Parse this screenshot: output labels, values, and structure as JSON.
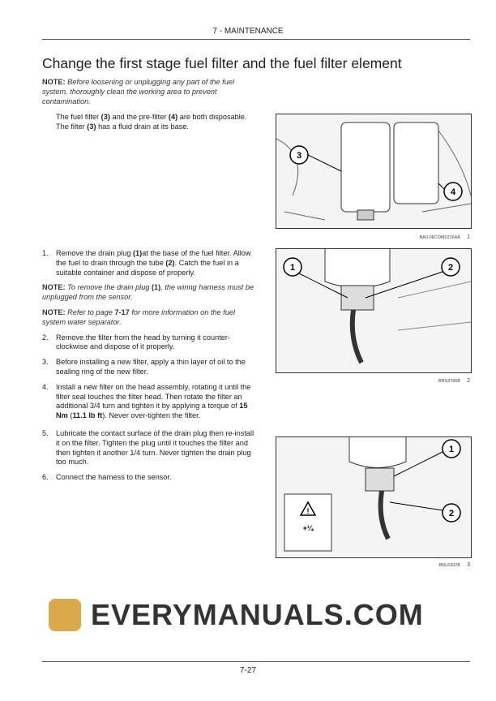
{
  "header": {
    "section": "7 - MAINTENANCE"
  },
  "title": "Change the first stage fuel filter and the fuel filter element",
  "note1": {
    "label": "NOTE:",
    "text": " Before loosening or unplugging any part of the fuel system, thoroughly clean the working area to prevent contamination."
  },
  "intro": {
    "a": "The fuel filter ",
    "b": "(3)",
    "c": " and the pre-filter ",
    "d": "(4)",
    "e": " are both disposable. The filter ",
    "f": "(3)",
    "g": " has a fluid drain at its base."
  },
  "step1": {
    "n": "1.",
    "a": "Remove the drain plug ",
    "b": "(1)",
    "c": "at the base of the fuel filter. Allow the fuel to drain through the tube ",
    "d": "(2)",
    "e": ". Catch the fuel in a suitable container and dispose of properly."
  },
  "note2": {
    "label": "NOTE:",
    "a": " To remove the drain plug ",
    "b": "(1)",
    "c": ", the wiring harness must be unplugged from the sensor."
  },
  "note3": {
    "label": "NOTE:",
    "a": " Refer to page ",
    "b": "7-17",
    "c": " for more information on the fuel system water separator."
  },
  "step2": {
    "n": "2.",
    "text": "Remove the filter from the head by turning it counter-clockwise and dispose of it properly."
  },
  "step3": {
    "n": "3.",
    "text": "Before installing a new filter, apply a thin layer of oil to the sealing ring of the new filter."
  },
  "step4": {
    "n": "4.",
    "a": "Install a new filter on the head assembly, rotating it until the filter seal touches the filter head. Then rotate the filter an additional 3/4 turn and tighten it by applying a torque of ",
    "b": "15 Nm",
    "c": " (",
    "d": "11.1 lb ft",
    "e": "). Never over-tighten the filter."
  },
  "step5": {
    "n": "5.",
    "text": "Lubricate the contact surface of the drain plug then re-install it on the filter. Tighten the plug until it touches the filter and then tighten it another 1/4 turn. Never tighten the drain plug too much."
  },
  "step6": {
    "n": "6.",
    "text": "Connect the harness to the sensor."
  },
  "figures": [
    {
      "code": "BAIL06COM0216AA",
      "number": "1",
      "callouts": [
        "3",
        "4"
      ]
    },
    {
      "code": "BRS3786B",
      "number": "2",
      "callouts": [
        "1",
        "2"
      ]
    },
    {
      "code": "BRL6302B",
      "number": "3",
      "callouts": [
        "1",
        "2"
      ],
      "inset": "+¼"
    }
  ],
  "footer": {
    "page": "7-27"
  },
  "watermark": "EVERYMANUALS.COM"
}
